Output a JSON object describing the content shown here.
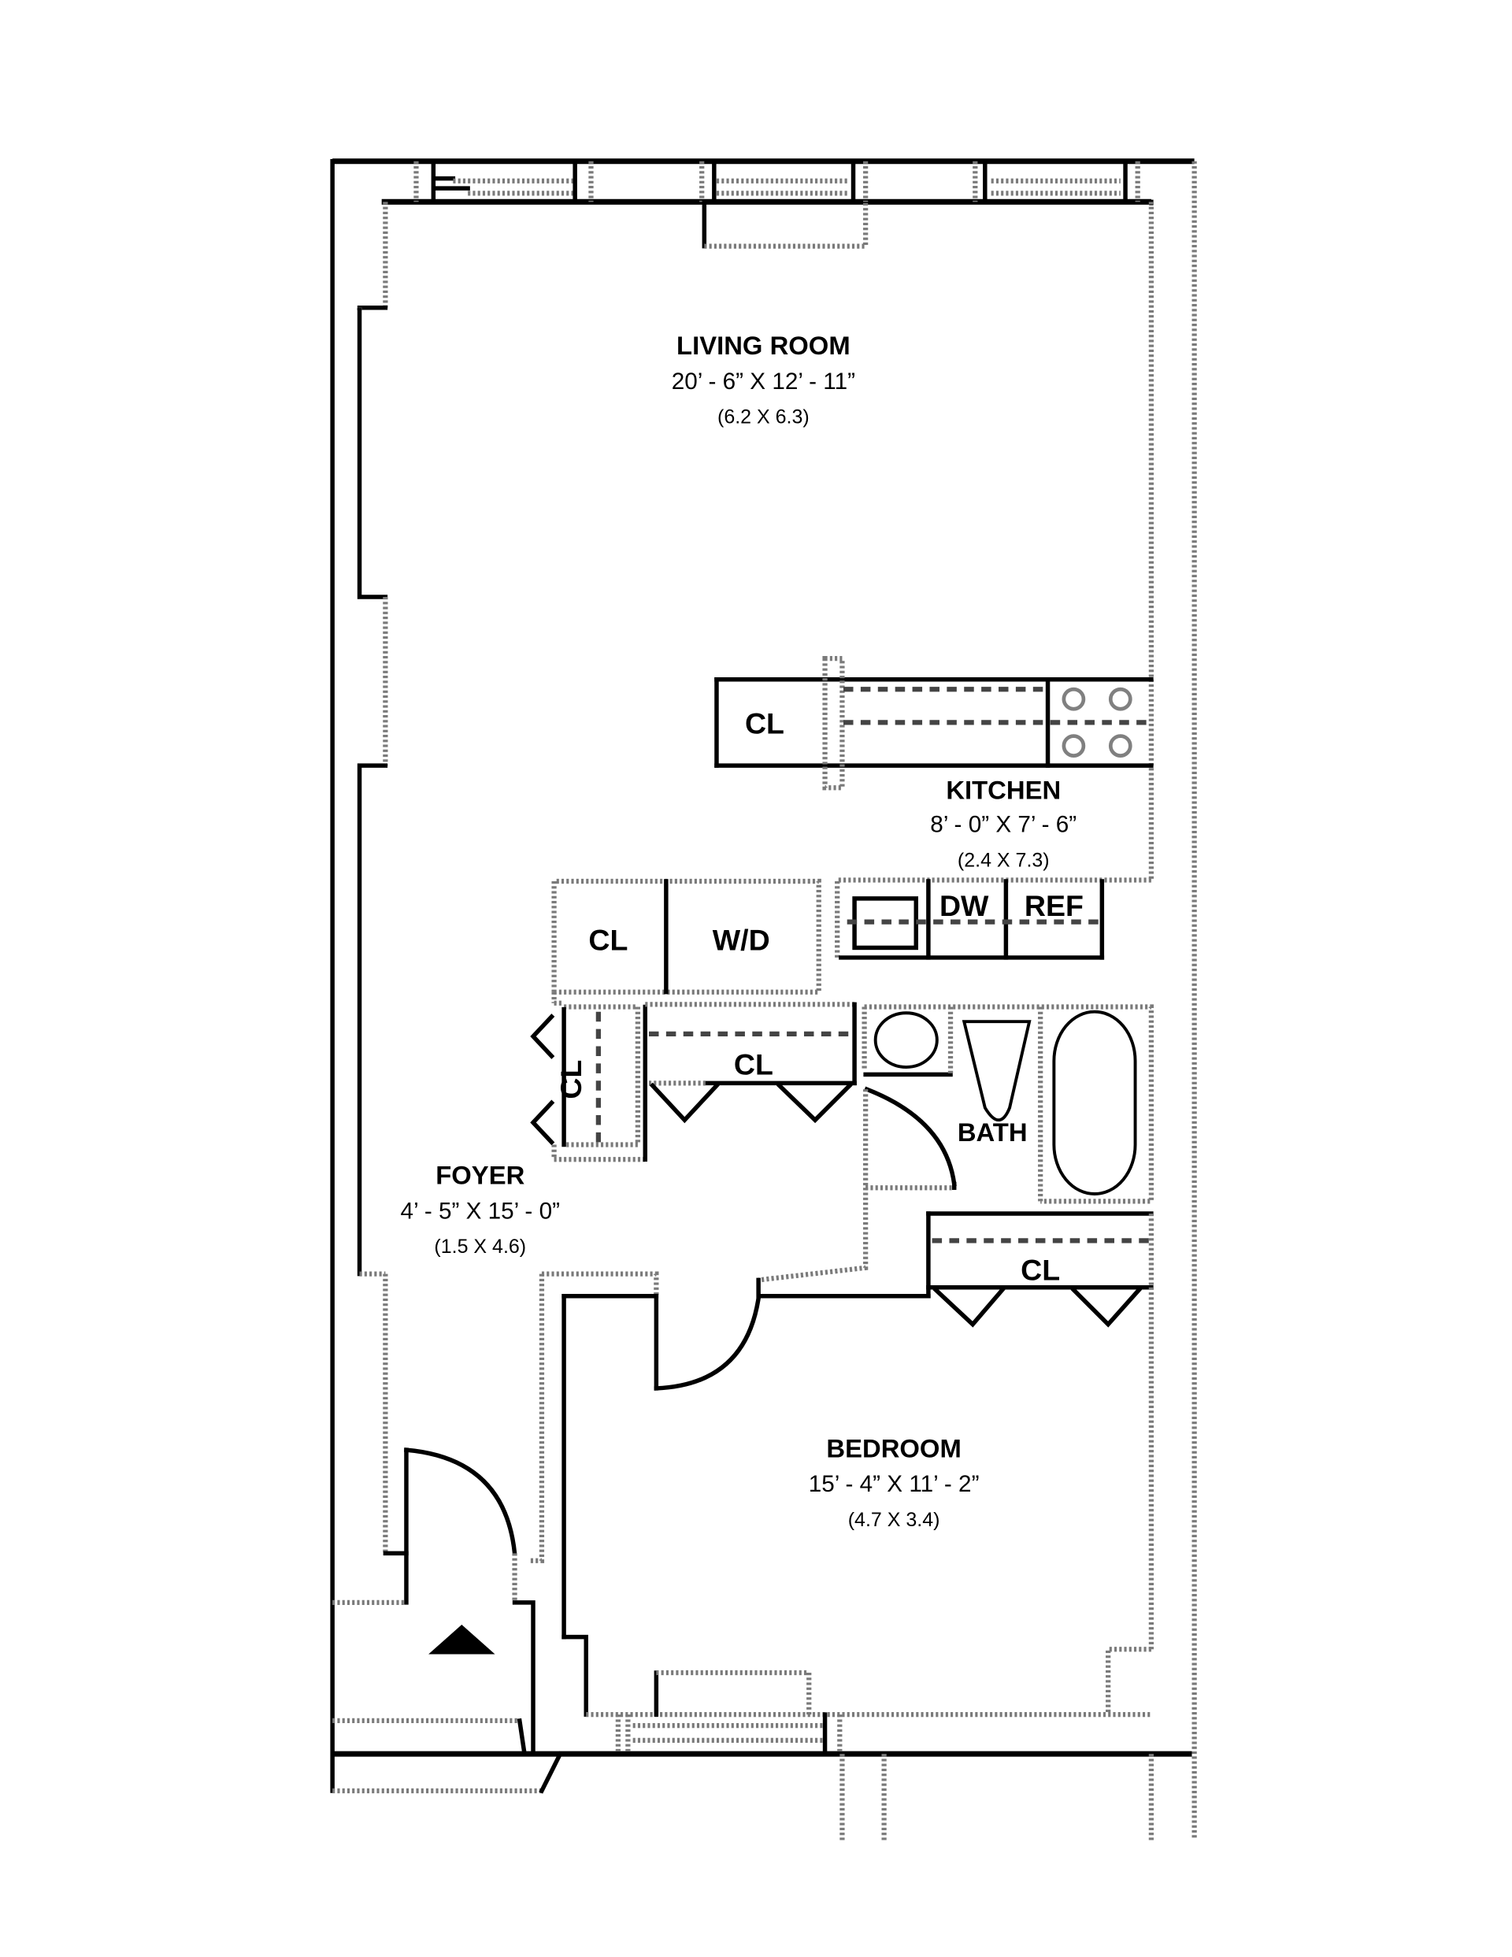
{
  "floor_plan": {
    "rooms": [
      {
        "id": "living-room",
        "name": "LIVING ROOM",
        "dimensions_imperial": "20’ - 6” X 12’ - 11”",
        "dimensions_metric": "(6.2 X 6.3)"
      },
      {
        "id": "kitchen",
        "name": "KITCHEN",
        "dimensions_imperial": "8’ - 0” X 7’ - 6”",
        "dimensions_metric": "(2.4 X 7.3)"
      },
      {
        "id": "foyer",
        "name": "FOYER",
        "dimensions_imperial": "4’ - 5” X 15’ - 0”",
        "dimensions_metric": "(1.5 X 4.6)"
      },
      {
        "id": "bedroom",
        "name": "BEDROOM",
        "dimensions_imperial": "15’ - 4” X 11’ - 2”",
        "dimensions_metric": "(4.7 X 3.4)"
      },
      {
        "id": "bath",
        "name": "BATH"
      }
    ],
    "fixtures": {
      "kitchen_closet": "CL",
      "foyer_closet": "CL",
      "washer_dryer": "W/D",
      "dishwasher": "DW",
      "refrigerator": "REF",
      "vertical_closet": "CL",
      "hall_closet": "CL",
      "bedroom_closet": "CL"
    },
    "entrance_marker": "entrance-arrow"
  }
}
